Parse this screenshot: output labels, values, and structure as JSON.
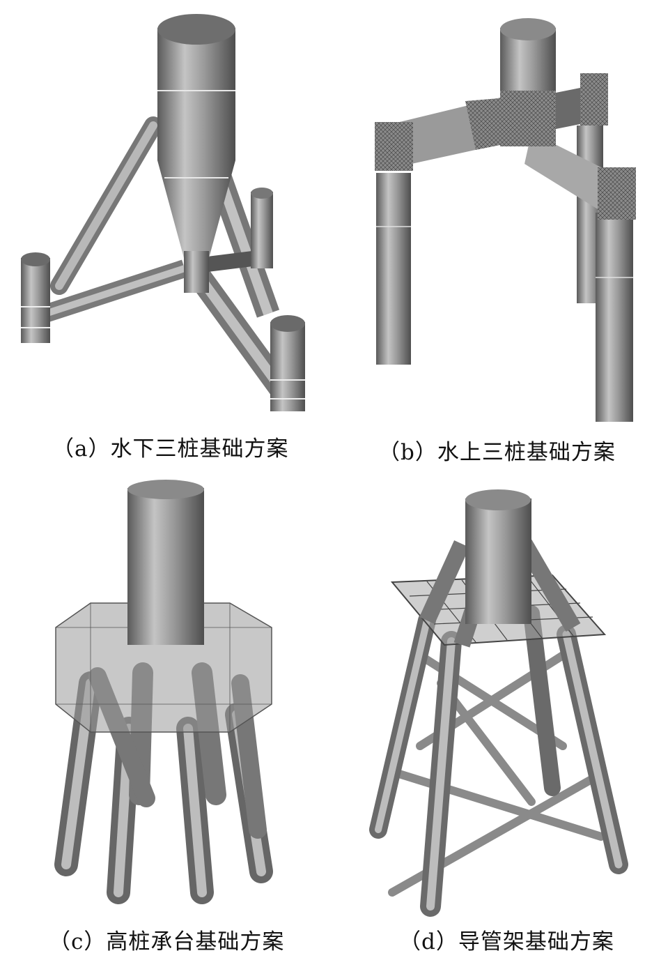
{
  "figure": {
    "panels": [
      {
        "id": "a",
        "caption": "（a）水下三桩基础方案"
      },
      {
        "id": "b",
        "caption": "（b）水上三桩基础方案"
      },
      {
        "id": "c",
        "caption": "（c）高桩承台基础方案"
      },
      {
        "id": "d",
        "caption": "（d）导管架基础方案"
      }
    ]
  }
}
